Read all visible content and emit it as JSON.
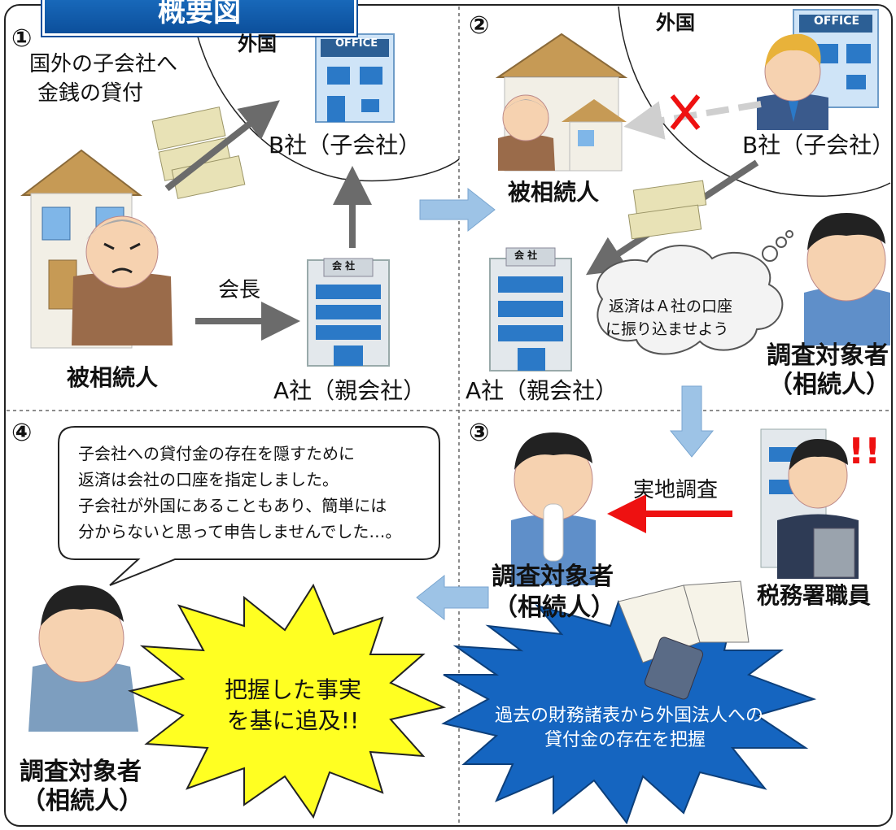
{
  "title": "概要図",
  "panels": {
    "p1": {
      "number": "①",
      "foreign": "外国",
      "loan_text_1": "国外の子会社へ",
      "loan_text_2": "金銭の貸付",
      "company_b": "B社（子会社）",
      "chairman": "会長",
      "decedent": "被相続人",
      "company_a": "A社（親会社）",
      "office_sign": "OFFICE",
      "company_sign": "会 社"
    },
    "p2": {
      "number": "②",
      "foreign": "外国",
      "decedent": "被相続人",
      "company_b": "B社（子会社）",
      "company_a": "A社（親会社）",
      "thought_1": "返済はＡ社の口座",
      "thought_2": "に振り込ませよう",
      "subject_1": "調査対象者",
      "subject_2": "（相続人）",
      "office_sign": "OFFICE",
      "company_sign": "会 社"
    },
    "p3": {
      "number": "③",
      "investigation": "実地調査",
      "subject_1": "調査対象者",
      "subject_2": "（相続人）",
      "officer": "税務署職員",
      "alert": "!!",
      "burst_1": "過去の財務諸表から外国法人への",
      "burst_2": "貸付金の存在を把握"
    },
    "p4": {
      "number": "④",
      "speech_1": "子会社への貸付金の存在を隠すために",
      "speech_2": "返済は会社の口座を指定しました。",
      "speech_3": "子会社が外国にあることもあり、簡単には",
      "speech_4": "分からないと思って申告しませんでした…。",
      "burst_1": "把握した事実",
      "burst_2": "を基に追及!!",
      "subject_1": "調査対象者",
      "subject_2": "（相続人）"
    }
  },
  "colors": {
    "title_bg": "#0c4f9b",
    "flow_arrow": "#9dc3e6",
    "gray_arrow": "#6b6b6b",
    "red_arrow": "#ee1111",
    "yellow_burst": "#ffff22",
    "blue_burst": "#1565c0"
  },
  "icons": [
    "house-icon",
    "office-building-icon",
    "company-building-icon",
    "money-icon",
    "old-man-icon",
    "young-man-icon",
    "tax-officer-icon",
    "ledger-icon",
    "calculator-icon",
    "cross-mark-icon"
  ]
}
